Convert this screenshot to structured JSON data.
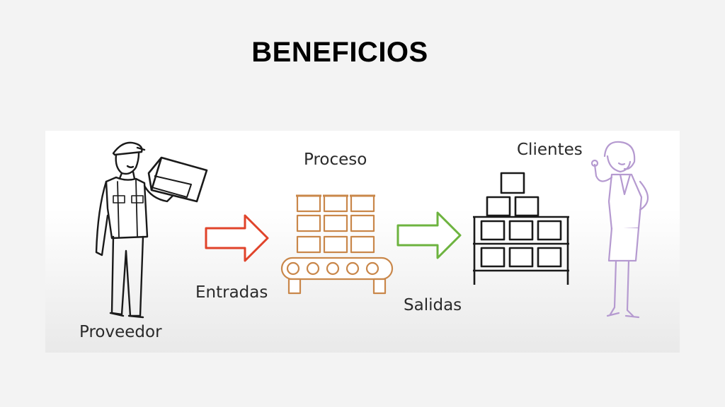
{
  "title": "BENEFICIOS",
  "diagram": {
    "nodes": {
      "supplier": "Proveedor",
      "process": "Proceso",
      "clients": "Clientes"
    },
    "edges": {
      "inputs": "Entradas",
      "outputs": "Salidas"
    },
    "colors": {
      "inputs_arrow": "#e0432a",
      "outputs_arrow": "#6db33f",
      "process": "#c9874a",
      "client_figure": "#b59ad0",
      "ink": "#1a1a1a"
    }
  }
}
